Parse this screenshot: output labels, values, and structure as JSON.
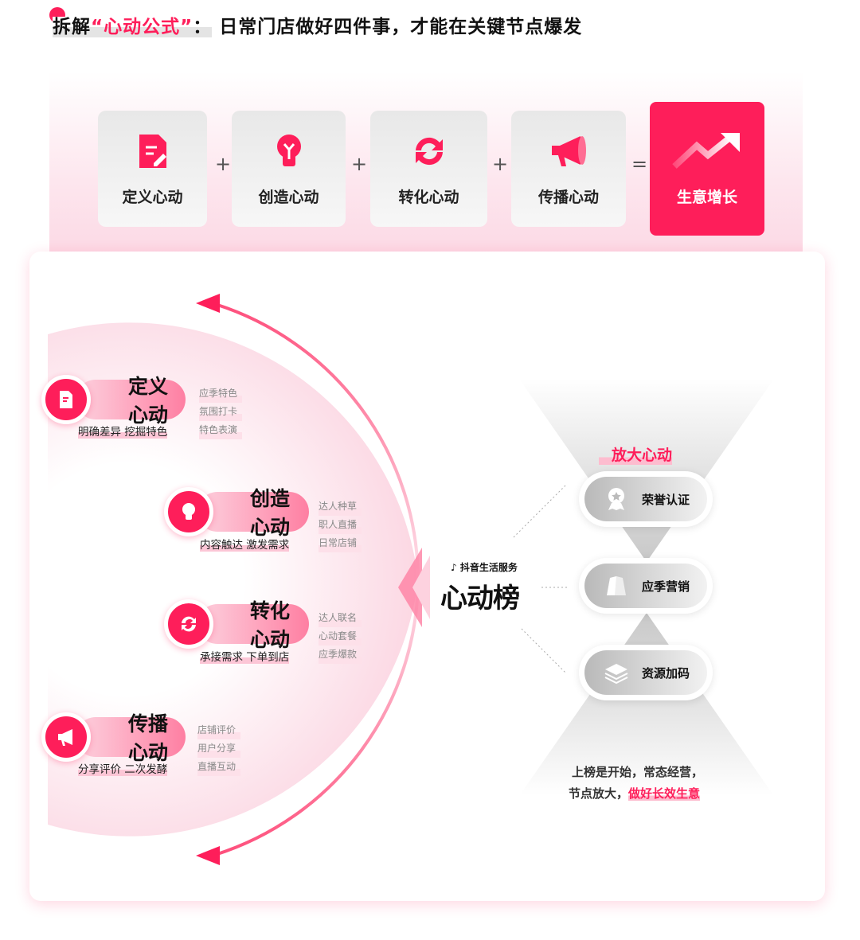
{
  "title": {
    "prefix": "拆解",
    "quote": "“心动公式”",
    "colon": "：",
    "rest": "日常门店做好四件事，才能在关键节点爆发"
  },
  "formula": {
    "cards": [
      {
        "label": "定义心动",
        "icon": "document-edit-icon"
      },
      {
        "label": "创造心动",
        "icon": "lightbulb-icon"
      },
      {
        "label": "转化心动",
        "icon": "refresh-icon"
      },
      {
        "label": "传播心动",
        "icon": "megaphone-icon"
      }
    ],
    "plus": "+",
    "equals": "=",
    "result": {
      "label": "生意增长",
      "icon": "trend-up-icon"
    }
  },
  "steps": [
    {
      "title": "定义心动",
      "subtitle": "明确差异 挖掘特色",
      "tags": [
        "应季特色",
        "氛围打卡",
        "特色表演"
      ],
      "icon": "document-edit-icon"
    },
    {
      "title": "创造心动",
      "subtitle": "内容触达 激发需求",
      "tags": [
        "达人种草",
        "职人直播",
        "日常店铺"
      ],
      "icon": "lightbulb-icon"
    },
    {
      "title": "转化心动",
      "subtitle": "承接需求 下单到店",
      "tags": [
        "达人联名",
        "心动套餐",
        "应季爆款"
      ],
      "icon": "refresh-icon"
    },
    {
      "title": "传播心动",
      "subtitle": "分享评价 二次发酵",
      "tags": [
        "店铺评价",
        "用户分享",
        "直播互动"
      ],
      "icon": "megaphone-icon"
    }
  ],
  "logo": {
    "brand": "抖音生活服务",
    "name": "心动榜"
  },
  "amplify": {
    "heading": "放大心动",
    "items": [
      {
        "label": "荣誉认证",
        "icon": "award-icon"
      },
      {
        "label": "应季营销",
        "icon": "tags-icon"
      },
      {
        "label": "资源加码",
        "icon": "layers-icon"
      }
    ],
    "footer_line1": "上榜是开始，常态经营，",
    "footer_line2": "节点放大，",
    "footer_highlight": "做好长效生意"
  },
  "colors": {
    "accent": "#fe1e5a",
    "gray": "#bdbdbd"
  }
}
